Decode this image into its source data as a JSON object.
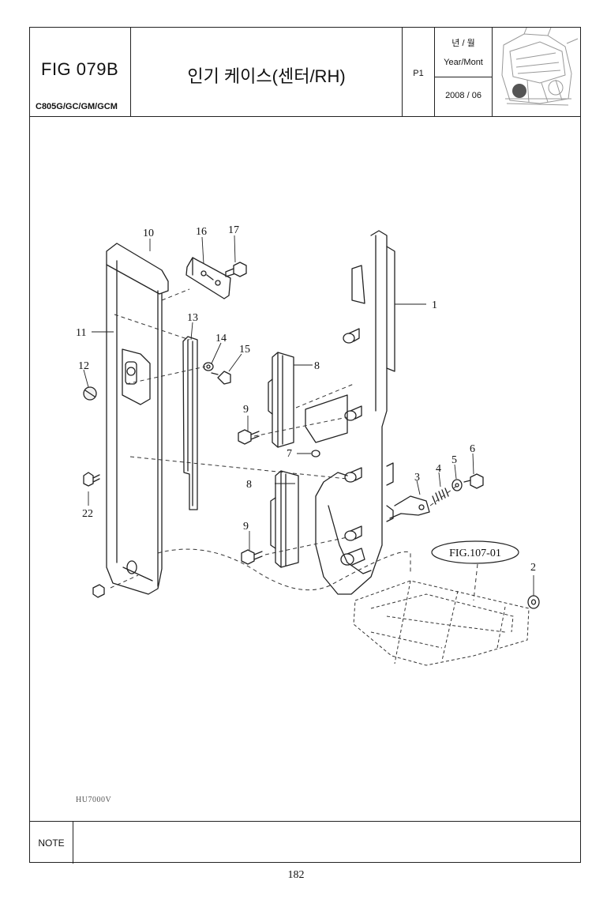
{
  "header": {
    "fig_code": "FIG 079B",
    "models": "C805G/GC/GM/GCM",
    "title": "인기 케이스(센터/RH)",
    "page_label": "P1",
    "year_month_korean": "년 / 월",
    "year_month_english": "Year/Mont",
    "date": "2008 / 06"
  },
  "diagram": {
    "callouts": [
      "1",
      "2",
      "3",
      "4",
      "5",
      "6",
      "7",
      "8",
      "9",
      "10",
      "11",
      "12",
      "13",
      "14",
      "15",
      "16",
      "17",
      "22"
    ],
    "figure_reference": "FIG.107-01",
    "doc_code": "HU7000V"
  },
  "footer": {
    "note_label": "NOTE",
    "page_number": "182"
  }
}
